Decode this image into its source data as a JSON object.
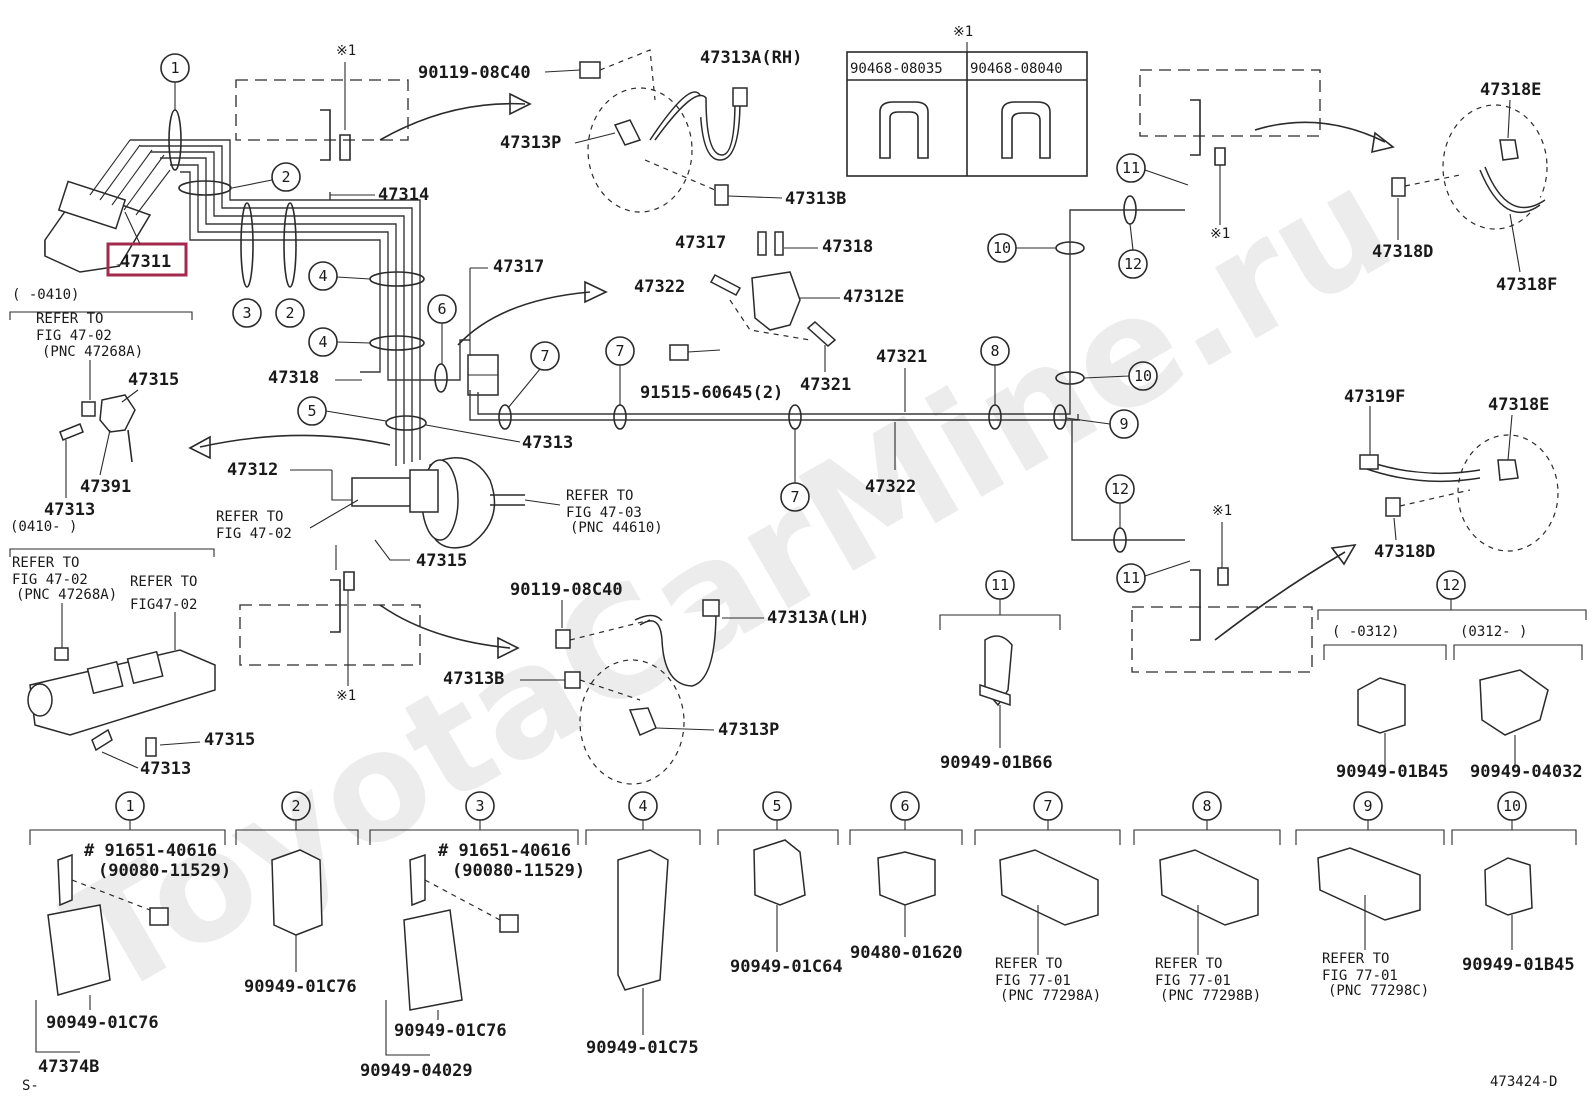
{
  "diagram": {
    "highlighted_part": "47311",
    "watermark": "ToyotaCarMine.ru",
    "page_code": "473424-D",
    "corner_mark": "S-",
    "note_mark": "※1",
    "callouts": [
      "1",
      "2",
      "3",
      "4",
      "5",
      "6",
      "7",
      "8",
      "9",
      "10",
      "11",
      "12"
    ],
    "top_labels": {
      "p47311": "47311",
      "p47314": "47314",
      "p90119_top": "90119-08C40",
      "p47313A_rh": "47313A(RH)",
      "p47313P_top": "47313P",
      "p47313B_top": "47313B",
      "p47317_a": "47317",
      "p47317_b": "47317",
      "p47318_a": "47318",
      "p47318_b": "47318",
      "p47322_a": "47322",
      "p47322_b": "47322",
      "p47312E": "47312E",
      "p47321_a": "47321",
      "p47321_b": "47321",
      "p91515": "91515-60645(2)",
      "p47313_mid": "47313",
      "p47312": "47312",
      "p47315_mid": "47315",
      "p47318E_top": "47318E",
      "p47318D_top": "47318D",
      "p47318F": "47318F",
      "p47319F": "47319F",
      "p47318E_bot": "47318E",
      "p47318D_bot": "47318D"
    },
    "clip_table": {
      "col1": "90468-08035",
      "col2": "90468-08040"
    },
    "left_box_a": {
      "range": "(    -0410)",
      "refer": "REFER TO",
      "fig": "FIG 47-02",
      "pnc": "(PNC 47268A)",
      "p47315": "47315",
      "p47391": "47391",
      "p47313": "47313"
    },
    "left_box_b": {
      "range": "(0410-     )",
      "refer": "REFER TO",
      "fig": "FIG 47-02",
      "pnc": "(PNC 47268A)",
      "refer2": "REFER TO",
      "fig2": "FIG47-02",
      "p47315": "47315",
      "p47313": "47313"
    },
    "booster": {
      "refer1": "REFER TO",
      "fig1": "FIG 47-02",
      "refer2": "REFER TO",
      "fig2": "FIG 47-03",
      "pnc2": "(PNC 44610)"
    },
    "lh": {
      "p90119": "90119-08C40",
      "p47313A": "47313A(LH)",
      "p47313B": "47313B",
      "p47313P": "47313P"
    },
    "clip11": "90949-01B66",
    "clip12": {
      "range1": "(    -0312)",
      "range2": "(0312-     )",
      "part1": "90949-01B45",
      "part2": "90949-04032"
    },
    "bottom": {
      "c1_bolt": "# 91651-40616",
      "c1_alt": "(90080-11529)",
      "c1_part": "90949-01C76",
      "c1_asm": "47374B",
      "c2_part": "90949-01C76",
      "c3_bolt": "# 91651-40616",
      "c3_alt": "(90080-11529)",
      "c3_part": "90949-01C76",
      "c3_asm": "90949-04029",
      "c4_part": "90949-01C75",
      "c5_part": "90949-01C64",
      "c6_part": "90480-01620",
      "c7_refer": "REFER TO",
      "c7_fig": "FIG 77-01",
      "c7_pnc": "(PNC 77298A)",
      "c8_refer": "REFER TO",
      "c8_fig": "FIG 77-01",
      "c8_pnc": "(PNC 77298B)",
      "c9_refer": "REFER TO",
      "c9_fig": "FIG 77-01",
      "c9_pnc": "(PNC 77298C)",
      "c10_part": "90949-01B45"
    }
  }
}
